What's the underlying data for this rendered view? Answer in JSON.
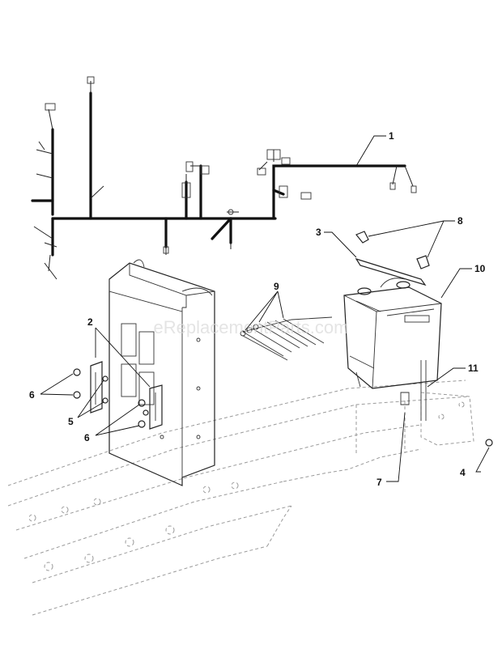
{
  "watermark": "eReplacementParts.com",
  "callouts": {
    "c1": "1",
    "c2": "2",
    "c3": "3",
    "c4": "4",
    "c5": "5",
    "c6a": "6",
    "c6b": "6",
    "c7": "7",
    "c8": "8",
    "c9": "9",
    "c10": "10",
    "c11": "11"
  }
}
